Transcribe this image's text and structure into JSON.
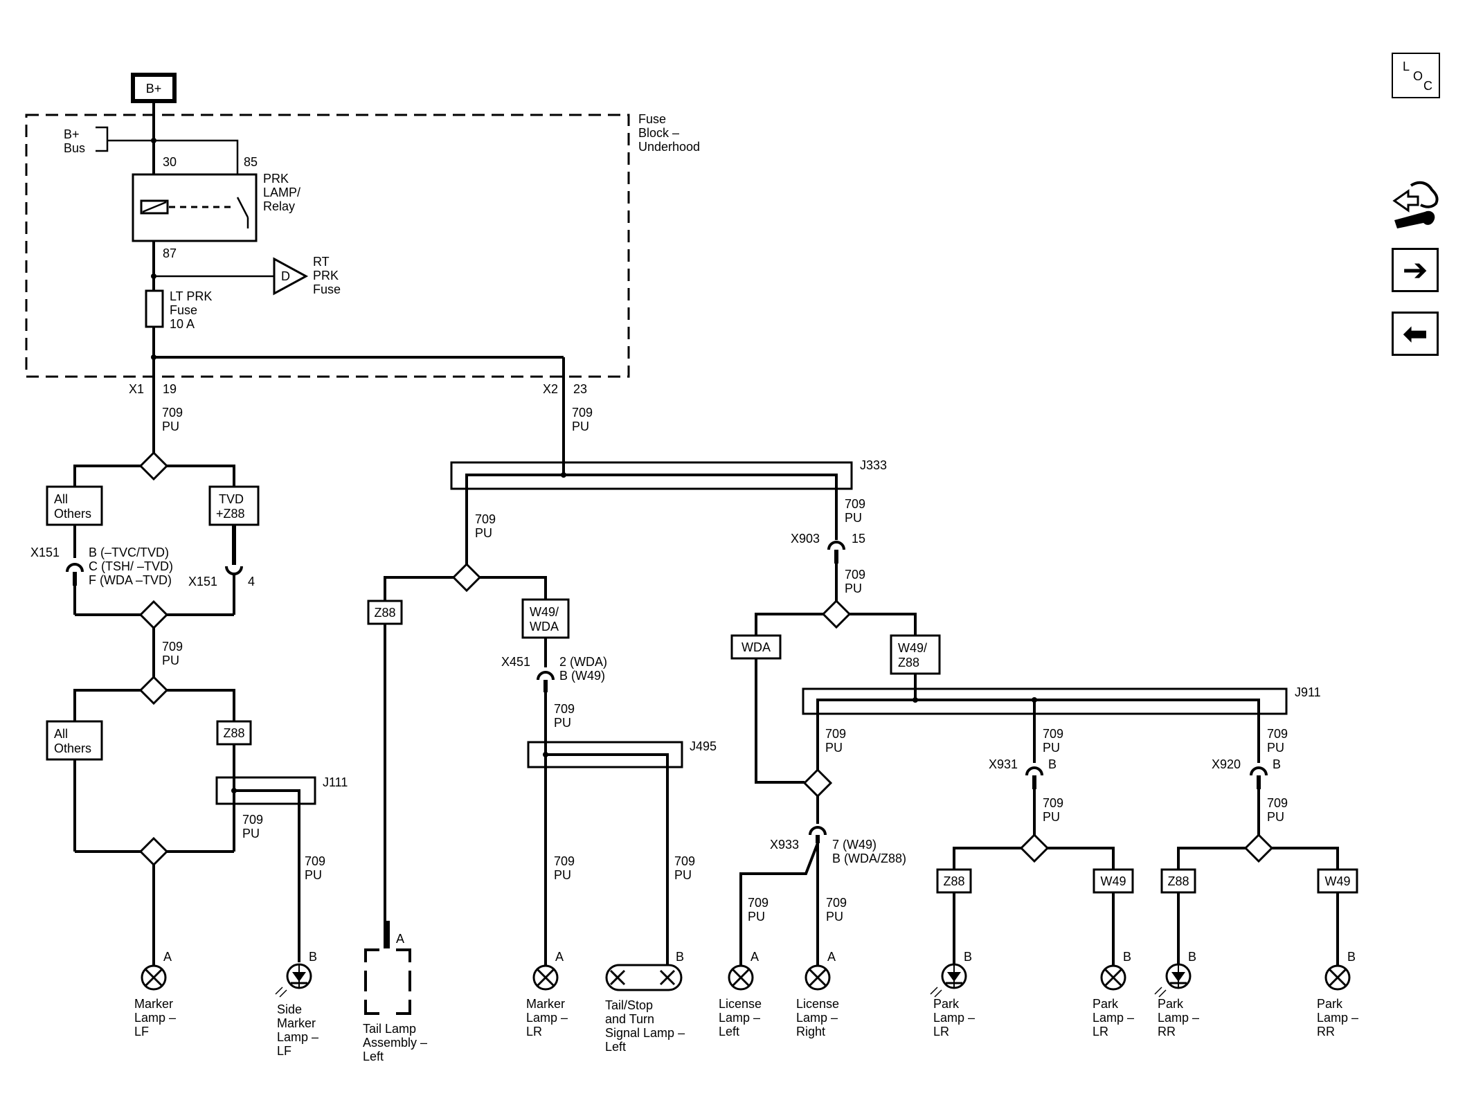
{
  "top_power": "B+",
  "fuse_block": {
    "title_lines": [
      "Fuse",
      "Block –",
      "Underhood"
    ],
    "bus_lines": [
      "B+",
      "Bus"
    ],
    "relay_pins": {
      "p30": "30",
      "p85": "85",
      "p87": "87"
    },
    "relay_lines": [
      "PRK",
      "LAMP/",
      "Relay"
    ],
    "d_symbol": "D",
    "rt_fuse_lines": [
      "RT",
      "PRK",
      "Fuse"
    ],
    "lt_fuse_lines": [
      "LT PRK",
      "Fuse",
      "10 A"
    ]
  },
  "connectors": {
    "x1": "X1",
    "x1_pin": "19",
    "x2": "X2",
    "x2_pin": "23",
    "x151a": "X151",
    "x151a_pins": [
      "B (–TVC/TVD)",
      "C (TSH/ –TVD)",
      "F (WDA –TVD)"
    ],
    "x151b": "X151",
    "x151b_pin": "4",
    "x451": "X451",
    "x451_pins": [
      "2 (WDA)",
      "B (W49)"
    ],
    "x903": "X903",
    "x903_pin": "15",
    "x933": "X933",
    "x933_pins": [
      "7 (W49)",
      "B (WDA/Z88)"
    ],
    "x931": "X931",
    "x931_pin": "B",
    "x920": "X920",
    "x920_pin": "B"
  },
  "wire": {
    "circuit": "709",
    "color": "PU"
  },
  "splices": {
    "j333": "J333",
    "j111": "J111",
    "j495": "J495",
    "j911": "J911"
  },
  "options": {
    "all_others_1": [
      "All",
      "Others"
    ],
    "tvd_z88": [
      "TVD",
      "+Z88"
    ],
    "all_others_2": [
      "All",
      "Others"
    ],
    "z88_a": "Z88",
    "z88_b": "Z88",
    "w49_wda": [
      "W49/",
      "WDA"
    ],
    "wda": "WDA",
    "w49_z88": [
      "W49/",
      "Z88"
    ],
    "z88_c": "Z88",
    "w49_c": "W49",
    "z88_d": "Z88",
    "w49_d": "W49"
  },
  "pins": {
    "a": "A",
    "b": "B"
  },
  "loads": {
    "marker_lf": [
      "Marker",
      "Lamp –",
      "LF"
    ],
    "side_marker_lf": [
      "Side",
      "Marker",
      "Lamp –",
      "LF"
    ],
    "tail_lamp_left": [
      "Tail Lamp",
      "Assembly –",
      "Left"
    ],
    "marker_lr": [
      "Marker",
      "Lamp –",
      "LR"
    ],
    "tail_stop_left": [
      "Tail/Stop",
      "and Turn",
      "Signal Lamp –",
      "Left"
    ],
    "license_left": [
      "License",
      "Lamp –",
      "Left"
    ],
    "license_right": [
      "License",
      "Lamp –",
      "Right"
    ],
    "park_lr_led": [
      "Park",
      "Lamp –",
      "LR"
    ],
    "park_lr": [
      "Park",
      "Lamp –",
      "LR"
    ],
    "park_rr_led": [
      "Park",
      "Lamp –",
      "RR"
    ],
    "park_rr": [
      "Park",
      "Lamp –",
      "RR"
    ]
  },
  "nav": {
    "loc_letters": [
      "L",
      "O",
      "C"
    ],
    "next_icon": "right-arrow-icon",
    "prev_icon": "left-arrow-icon",
    "tools_icon": "tools-icon"
  }
}
